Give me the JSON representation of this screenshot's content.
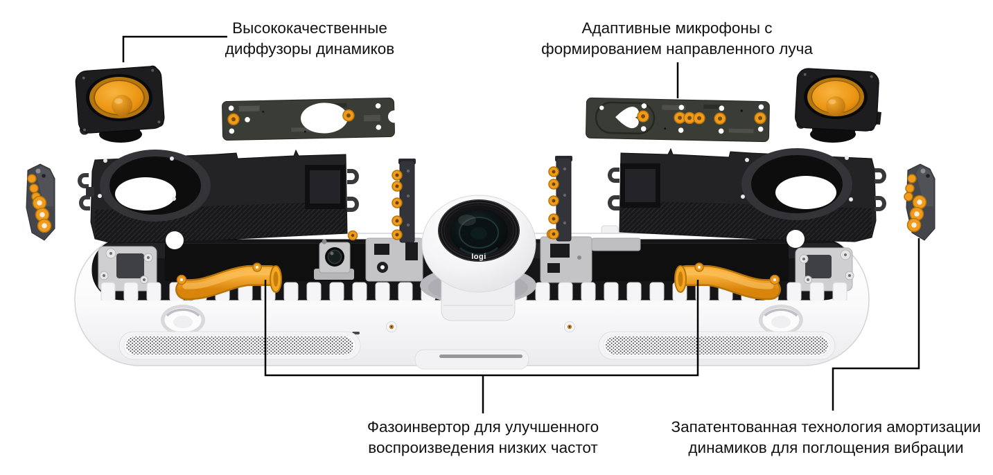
{
  "diagram": {
    "camera_badge": "logi",
    "callouts": {
      "speaker_diffusers": {
        "line1": "Высококачественные",
        "line2": "диффузоры динамиков"
      },
      "adaptive_mics": {
        "line1": "Адаптивные микрофоны с",
        "line2": "формированием направленного луча"
      },
      "bass_port": {
        "line1": "Фазоинвертор для улучшенного",
        "line2": "воспроизведения низких частот"
      },
      "speaker_suspension": {
        "line1": "Запатентованная технология амортизации",
        "line2": "динамиков для поглощения вибрации"
      }
    },
    "colors": {
      "accent_orange": "#F09B1B",
      "accent_orange_dark": "#B5750A",
      "component_black": "#1E1E21",
      "pcb_gray": "#3A3C36",
      "metal_gray": "#C6C6C9",
      "body_white": "#FFFFFF",
      "callout_line": "#000000",
      "text": "#111111"
    }
  }
}
